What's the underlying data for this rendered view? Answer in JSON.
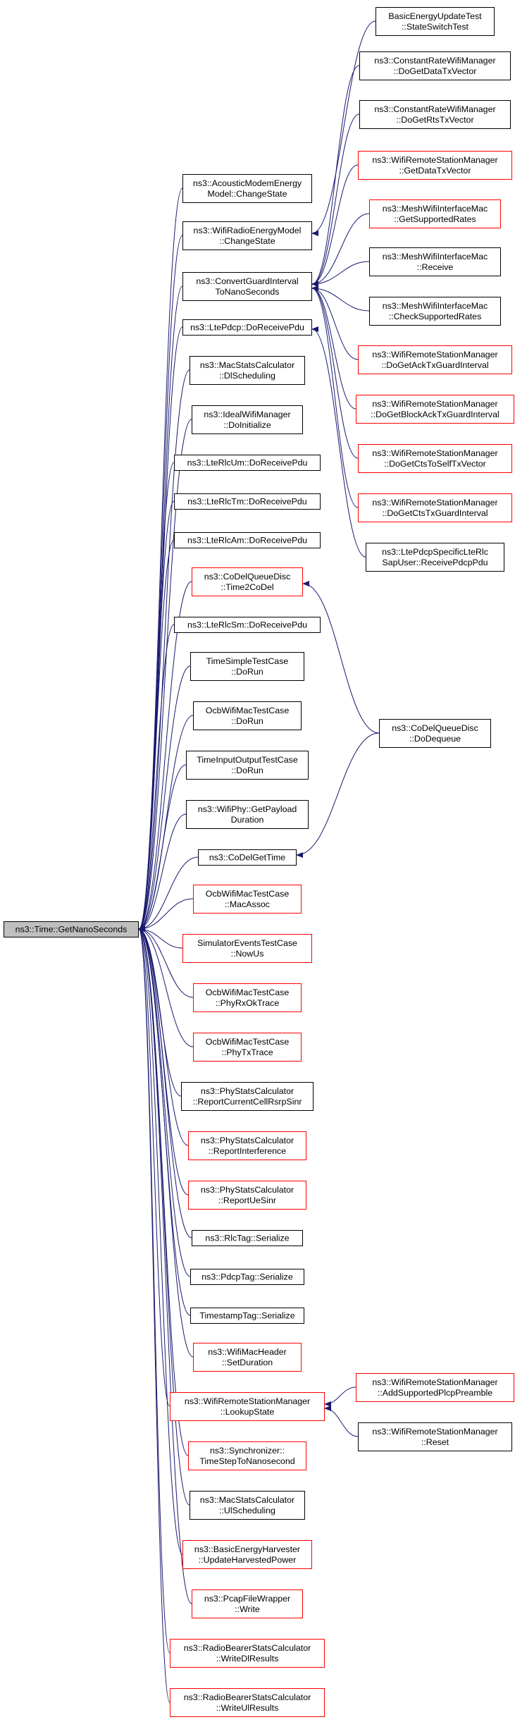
{
  "colors": {
    "edge": "#191970",
    "box_default": "#000000",
    "box_link": "#ff0000",
    "root_fill": "#bfbfbf"
  },
  "nodes": [
    {
      "id": "root",
      "lines": [
        "ns3::Time::GetNanoSeconds"
      ],
      "border": "black",
      "filled": true
    },
    {
      "id": "acoustic",
      "lines": [
        "ns3::AcousticModemEnergy",
        "Model::ChangeState"
      ],
      "border": "black"
    },
    {
      "id": "wifiradio",
      "lines": [
        "ns3::WifiRadioEnergyModel",
        "::ChangeState"
      ],
      "border": "black"
    },
    {
      "id": "convertgi",
      "lines": [
        "ns3::ConvertGuardInterval",
        "ToNanoSeconds"
      ],
      "border": "black"
    },
    {
      "id": "ltepdcp",
      "lines": [
        "ns3::LtePdcp::DoReceivePdu"
      ],
      "border": "black"
    },
    {
      "id": "macstatsdl",
      "lines": [
        "ns3::MacStatsCalculator",
        "::DlScheduling"
      ],
      "border": "black"
    },
    {
      "id": "idealwifi",
      "lines": [
        "ns3::IdealWifiManager",
        "::DoInitialize"
      ],
      "border": "black"
    },
    {
      "id": "rlcum",
      "lines": [
        "ns3::LteRlcUm::DoReceivePdu"
      ],
      "border": "black"
    },
    {
      "id": "rlctm",
      "lines": [
        "ns3::LteRlcTm::DoReceivePdu"
      ],
      "border": "black"
    },
    {
      "id": "rlcam",
      "lines": [
        "ns3::LteRlcAm::DoReceivePdu"
      ],
      "border": "black"
    },
    {
      "id": "time2codel",
      "lines": [
        "ns3::CoDelQueueDisc",
        "::Time2CoDel"
      ],
      "border": "red"
    },
    {
      "id": "rlcsm",
      "lines": [
        "ns3::LteRlcSm::DoReceivePdu"
      ],
      "border": "black"
    },
    {
      "id": "timesimple",
      "lines": [
        "TimeSimpleTestCase",
        "::DoRun"
      ],
      "border": "black"
    },
    {
      "id": "ocbdorun",
      "lines": [
        "OcbWifiMacTestCase",
        "::DoRun"
      ],
      "border": "black"
    },
    {
      "id": "timeio",
      "lines": [
        "TimeInputOutputTestCase",
        "::DoRun"
      ],
      "border": "black"
    },
    {
      "id": "wifiphy",
      "lines": [
        "ns3::WifiPhy::GetPayload",
        "Duration"
      ],
      "border": "black"
    },
    {
      "id": "codelgettime",
      "lines": [
        "ns3::CoDelGetTime"
      ],
      "border": "black"
    },
    {
      "id": "ocbmacassoc",
      "lines": [
        "OcbWifiMacTestCase",
        "::MacAssoc"
      ],
      "border": "red"
    },
    {
      "id": "simevents",
      "lines": [
        "SimulatorEventsTestCase",
        "::NowUs"
      ],
      "border": "red"
    },
    {
      "id": "ocbphyrx",
      "lines": [
        "OcbWifiMacTestCase",
        "::PhyRxOkTrace"
      ],
      "border": "red"
    },
    {
      "id": "ocbphytx",
      "lines": [
        "OcbWifiMacTestCase",
        "::PhyTxTrace"
      ],
      "border": "red"
    },
    {
      "id": "phyrsrp",
      "lines": [
        "ns3::PhyStatsCalculator",
        "::ReportCurrentCellRsrpSinr"
      ],
      "border": "black"
    },
    {
      "id": "phyinterf",
      "lines": [
        "ns3::PhyStatsCalculator",
        "::ReportInterference"
      ],
      "border": "red"
    },
    {
      "id": "phyuesinr",
      "lines": [
        "ns3::PhyStatsCalculator",
        "::ReportUeSinr"
      ],
      "border": "red"
    },
    {
      "id": "rlctag",
      "lines": [
        "ns3::RlcTag::Serialize"
      ],
      "border": "black"
    },
    {
      "id": "pdcptag",
      "lines": [
        "ns3::PdcpTag::Serialize"
      ],
      "border": "black"
    },
    {
      "id": "timestamptag",
      "lines": [
        "TimestampTag::Serialize"
      ],
      "border": "black"
    },
    {
      "id": "wifimacheader",
      "lines": [
        "ns3::WifiMacHeader",
        "::SetDuration"
      ],
      "border": "red"
    },
    {
      "id": "lookupstate",
      "lines": [
        "ns3::WifiRemoteStationManager",
        "::LookupState"
      ],
      "border": "red"
    },
    {
      "id": "synchronizer",
      "lines": [
        "ns3::Synchronizer::",
        "TimeStepToNanosecond"
      ],
      "border": "red"
    },
    {
      "id": "macstatsul",
      "lines": [
        "ns3::MacStatsCalculator",
        "::UlScheduling"
      ],
      "border": "black"
    },
    {
      "id": "energyharvester",
      "lines": [
        "ns3::BasicEnergyHarvester",
        "::UpdateHarvestedPower"
      ],
      "border": "red"
    },
    {
      "id": "pcapwrite",
      "lines": [
        "ns3::PcapFileWrapper",
        "::Write"
      ],
      "border": "red"
    },
    {
      "id": "rbdl",
      "lines": [
        "ns3::RadioBearerStatsCalculator",
        "::WriteDlResults"
      ],
      "border": "red"
    },
    {
      "id": "rbul",
      "lines": [
        "ns3::RadioBearerStatsCalculator",
        "::WriteUlResults"
      ],
      "border": "red"
    },
    {
      "id": "basicenergy",
      "lines": [
        "BasicEnergyUpdateTest",
        "::StateSwitchTest"
      ],
      "border": "black"
    },
    {
      "id": "crdatatx",
      "lines": [
        "ns3::ConstantRateWifiManager",
        "::DoGetDataTxVector"
      ],
      "border": "black"
    },
    {
      "id": "crrtstx",
      "lines": [
        "ns3::ConstantRateWifiManager",
        "::DoGetRtsTxVector"
      ],
      "border": "black"
    },
    {
      "id": "wrsmdatatx",
      "lines": [
        "ns3::WifiRemoteStationManager",
        "::GetDataTxVector"
      ],
      "border": "red"
    },
    {
      "id": "meshrates",
      "lines": [
        "ns3::MeshWifiInterfaceMac",
        "::GetSupportedRates"
      ],
      "border": "red"
    },
    {
      "id": "meshreceive",
      "lines": [
        "ns3::MeshWifiInterfaceMac",
        "::Receive"
      ],
      "border": "black"
    },
    {
      "id": "meshcheck",
      "lines": [
        "ns3::MeshWifiInterfaceMac",
        "::CheckSupportedRates"
      ],
      "border": "black"
    },
    {
      "id": "wrsmack",
      "lines": [
        "ns3::WifiRemoteStationManager",
        "::DoGetAckTxGuardInterval"
      ],
      "border": "red"
    },
    {
      "id": "wrsmblockack",
      "lines": [
        "ns3::WifiRemoteStationManager",
        "::DoGetBlockAckTxGuardInterval"
      ],
      "border": "red"
    },
    {
      "id": "wrsmctsself",
      "lines": [
        "ns3::WifiRemoteStationManager",
        "::DoGetCtsToSelfTxVector"
      ],
      "border": "red"
    },
    {
      "id": "wrsmctsgi",
      "lines": [
        "ns3::WifiRemoteStationManager",
        "::DoGetCtsTxGuardInterval"
      ],
      "border": "red"
    },
    {
      "id": "ltepdcpsap",
      "lines": [
        "ns3::LtePdcpSpecificLteRlc",
        "SapUser::ReceivePdcpPdu"
      ],
      "border": "black"
    },
    {
      "id": "codeldequeue",
      "lines": [
        "ns3::CoDelQueueDisc",
        "::DoDequeue"
      ],
      "border": "black"
    },
    {
      "id": "addplcp",
      "lines": [
        "ns3::WifiRemoteStationManager",
        "::AddSupportedPlcpPreamble"
      ],
      "border": "red"
    },
    {
      "id": "wrsmreset",
      "lines": [
        "ns3::WifiRemoteStationManager",
        "::Reset"
      ],
      "border": "black"
    }
  ],
  "edges": [
    {
      "from": "acoustic",
      "to": "root"
    },
    {
      "from": "wifiradio",
      "to": "root"
    },
    {
      "from": "convertgi",
      "to": "root"
    },
    {
      "from": "ltepdcp",
      "to": "root"
    },
    {
      "from": "macstatsdl",
      "to": "root"
    },
    {
      "from": "idealwifi",
      "to": "root"
    },
    {
      "from": "rlcum",
      "to": "root"
    },
    {
      "from": "rlctm",
      "to": "root"
    },
    {
      "from": "rlcam",
      "to": "root"
    },
    {
      "from": "time2codel",
      "to": "root"
    },
    {
      "from": "rlcsm",
      "to": "root"
    },
    {
      "from": "timesimple",
      "to": "root"
    },
    {
      "from": "ocbdorun",
      "to": "root"
    },
    {
      "from": "timeio",
      "to": "root"
    },
    {
      "from": "wifiphy",
      "to": "root"
    },
    {
      "from": "codelgettime",
      "to": "root"
    },
    {
      "from": "ocbmacassoc",
      "to": "root"
    },
    {
      "from": "simevents",
      "to": "root"
    },
    {
      "from": "ocbphyrx",
      "to": "root"
    },
    {
      "from": "ocbphytx",
      "to": "root"
    },
    {
      "from": "phyrsrp",
      "to": "root"
    },
    {
      "from": "phyinterf",
      "to": "root"
    },
    {
      "from": "phyuesinr",
      "to": "root"
    },
    {
      "from": "rlctag",
      "to": "root"
    },
    {
      "from": "pdcptag",
      "to": "root"
    },
    {
      "from": "timestamptag",
      "to": "root"
    },
    {
      "from": "wifimacheader",
      "to": "root"
    },
    {
      "from": "lookupstate",
      "to": "root"
    },
    {
      "from": "synchronizer",
      "to": "root"
    },
    {
      "from": "macstatsul",
      "to": "root"
    },
    {
      "from": "energyharvester",
      "to": "root"
    },
    {
      "from": "pcapwrite",
      "to": "root"
    },
    {
      "from": "rbdl",
      "to": "root"
    },
    {
      "from": "rbul",
      "to": "root"
    },
    {
      "from": "basicenergy",
      "to": "wifiradio"
    },
    {
      "from": "crdatatx",
      "to": "convertgi"
    },
    {
      "from": "crrtstx",
      "to": "convertgi"
    },
    {
      "from": "wrsmdatatx",
      "to": "convertgi"
    },
    {
      "from": "meshrates",
      "to": "convertgi"
    },
    {
      "from": "meshreceive",
      "to": "convertgi"
    },
    {
      "from": "meshcheck",
      "to": "convertgi"
    },
    {
      "from": "wrsmack",
      "to": "convertgi"
    },
    {
      "from": "wrsmblockack",
      "to": "convertgi"
    },
    {
      "from": "wrsmctsself",
      "to": "convertgi"
    },
    {
      "from": "wrsmctsgi",
      "to": "convertgi"
    },
    {
      "from": "ltepdcpsap",
      "to": "ltepdcp"
    },
    {
      "from": "codeldequeue",
      "to": "time2codel"
    },
    {
      "from": "codeldequeue",
      "to": "codelgettime"
    },
    {
      "from": "addplcp",
      "to": "lookupstate"
    },
    {
      "from": "wrsmreset",
      "to": "lookupstate"
    }
  ]
}
